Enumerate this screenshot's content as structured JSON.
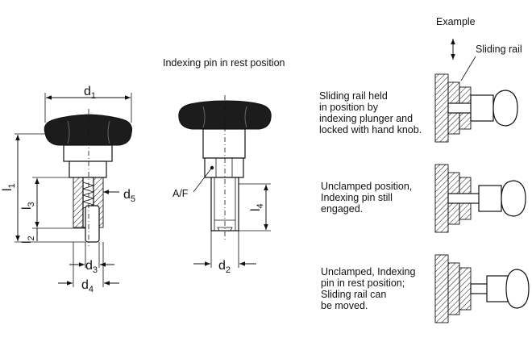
{
  "labels": {
    "rest_position": "Indexing pin in rest position",
    "example": "Example",
    "sliding_rail": "Sliding rail",
    "af": "A/F"
  },
  "dimensions": {
    "d1": "1",
    "d2": "2",
    "d3": "3",
    "d4": "4",
    "d5": "5",
    "l1": "1",
    "l2": "2",
    "l3": "3",
    "l4": "4"
  },
  "notes": {
    "note1": [
      "Sliding rail held",
      "in position by",
      "indexing plunger and",
      "locked with hand knob."
    ],
    "note2": [
      "Unclamped position,",
      "Indexing pin still",
      "engaged."
    ],
    "note3": [
      "Unclamped, Indexing",
      "pin in rest position;",
      "Sliding rail can",
      "be moved."
    ]
  }
}
